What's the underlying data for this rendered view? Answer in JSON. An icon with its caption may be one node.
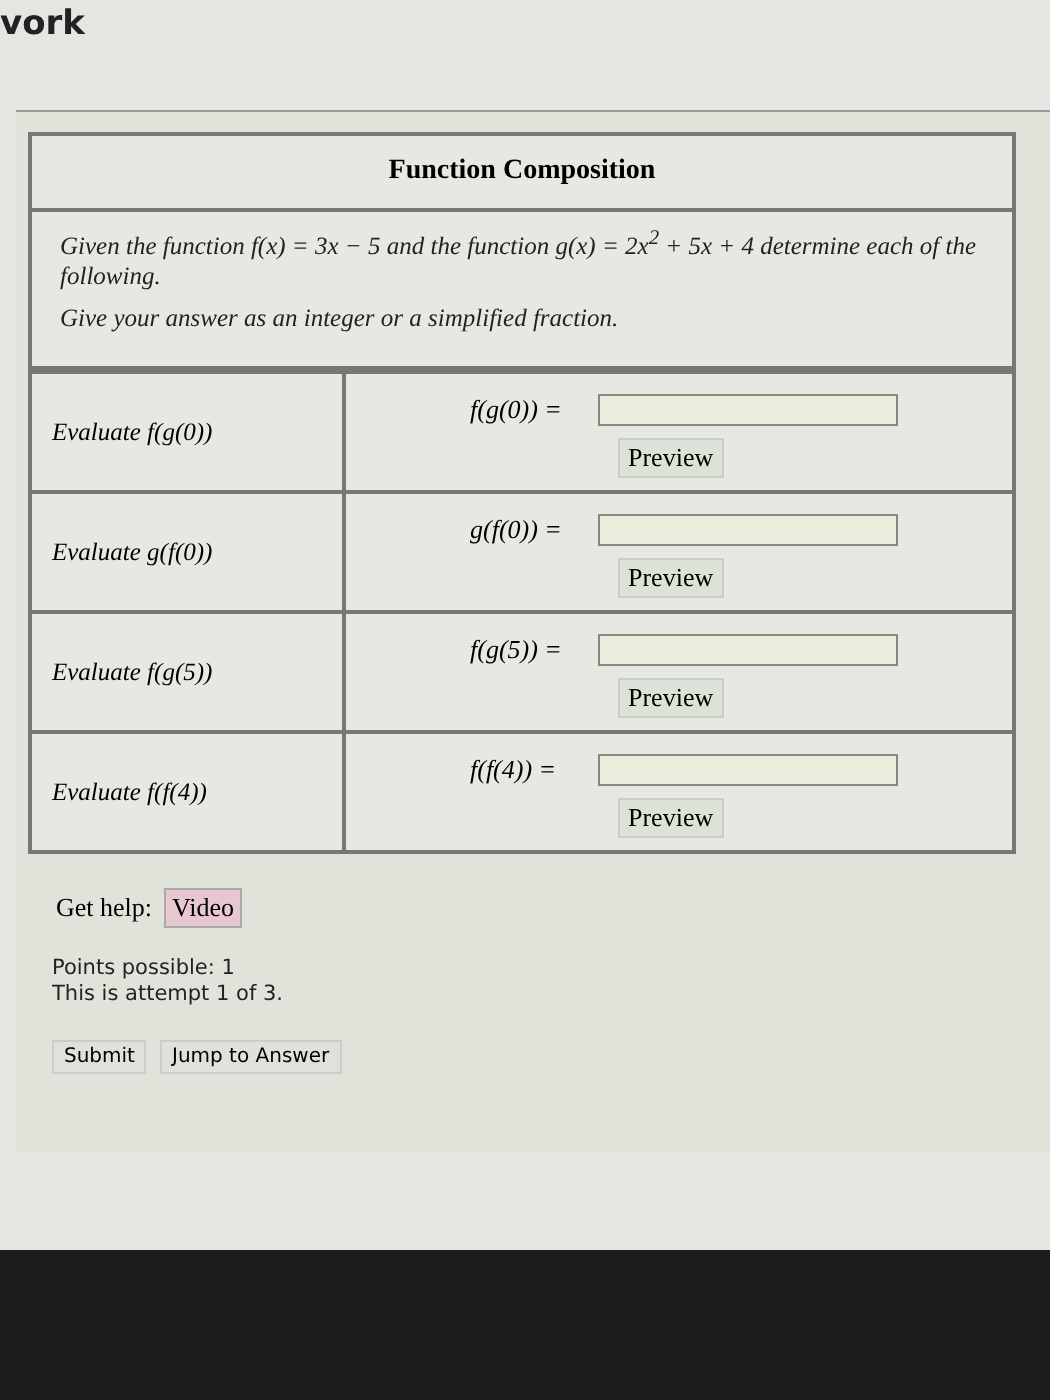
{
  "diagram": {
    "title": "Function Composition",
    "labels": [
      "vork",
      "Given the function f(x) = 3x − 5 and the function g(x) = 2x$^{2}$ + 5x + 4 determine each of the following.",
      "Give your answer as an integer or a simplified fraction.",
      "Evaluate f(g(0))",
      "f(g(0)) =",
      "Preview",
      "Evaluate g(f(0))",
      "g(f(0)) =",
      "Preview",
      "Evaluate f(g(5))",
      "f(g(5)) =",
      "Preview",
      "Evaluate f(f(4))",
      "f(f(4)) =",
      "Preview",
      "Get help:",
      "Video",
      "Points possible: 1",
      "This is attempt 1 of 3.",
      "Submit",
      "Jump to Answer"
    ]
  }
}
